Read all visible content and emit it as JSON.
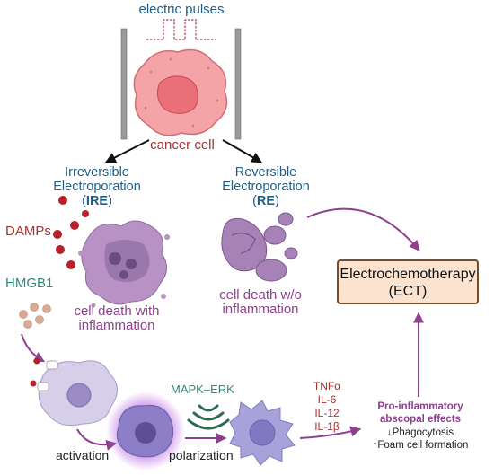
{
  "top": {
    "pulses": "electric pulses",
    "cancer_cell": "cancer cell"
  },
  "ire": {
    "line1": "Irreversible",
    "line2": "Electroporation",
    "paren_open": "(",
    "abbr": "IRE",
    "paren_close": ")"
  },
  "re": {
    "line1": "Reversible",
    "line2": "Electroporation",
    "paren_open": "(",
    "abbr": "RE",
    "paren_close": ")"
  },
  "left": {
    "damps": "DAMPs",
    "hmgb1": "HMGB1",
    "death_line1": "cell death with",
    "death_line2": "inflammation"
  },
  "right": {
    "death_line1": "cell death w/o",
    "death_line2": "inflammation"
  },
  "ect": {
    "line1": "Electrochemotherapy",
    "line2": "(ECT)"
  },
  "bottom": {
    "mapk": "MAPK–ERK",
    "activation": "activation",
    "polarization": "polarization",
    "cytokines": [
      "TNFα",
      "IL-6",
      "IL-12",
      "IL-1β"
    ],
    "effects_title_1": "Pro-inflammatory",
    "effects_title_2": "abscopal effects",
    "effect_1": "↓Phagocytosis",
    "effect_2": "↑Foam cell formation"
  },
  "colors": {
    "blue_text": "#1f5f86",
    "red_text": "#a83232",
    "purple": "#8e3f8e",
    "teal": "#2f8a7a",
    "ect_fill": "#fbe3cf",
    "cancer_cell": "#f4a3a6"
  }
}
